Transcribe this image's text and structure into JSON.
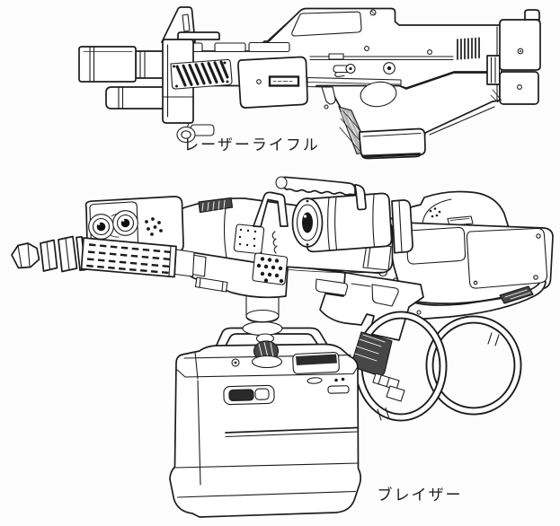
{
  "meta": {
    "style": "monochrome technical line-art illustration",
    "background_color": "#fdfdfd",
    "ink_color": "#1c1c1c"
  },
  "labels": {
    "laser_rifle": "レーザーライフル",
    "blazer": "ブレイザー"
  },
  "figures": [
    {
      "id": "laser-rifle",
      "caption": "レーザーライフル"
    },
    {
      "id": "blazer",
      "caption": "ブレイザー"
    }
  ]
}
